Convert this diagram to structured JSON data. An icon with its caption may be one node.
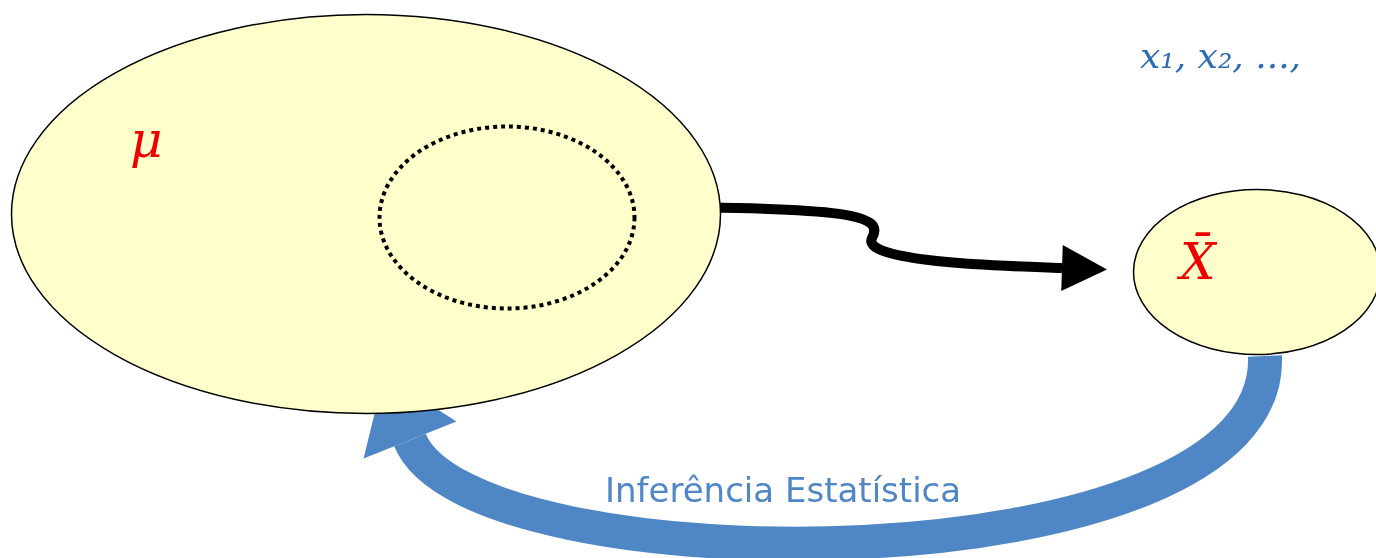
{
  "diagram": {
    "nodes": [
      {
        "text": [
          "μ"
        ]
      },
      {
        "text": [],
        "shape": "circle",
        "in": 0
      },
      {
        "text": [
          "X̄"
        ]
      }
    ],
    "edges": [
      {
        "from": 1,
        "to": 2,
        "arrow": "to"
      },
      {
        "from": 2,
        "to": 0,
        "arrow": "to",
        "label": "Inferência Estatística",
        "style": "thick",
        "color": "#4f86c6"
      }
    ],
    "labels": [
      "x₁, x₂, ...,"
    ]
  }
}
